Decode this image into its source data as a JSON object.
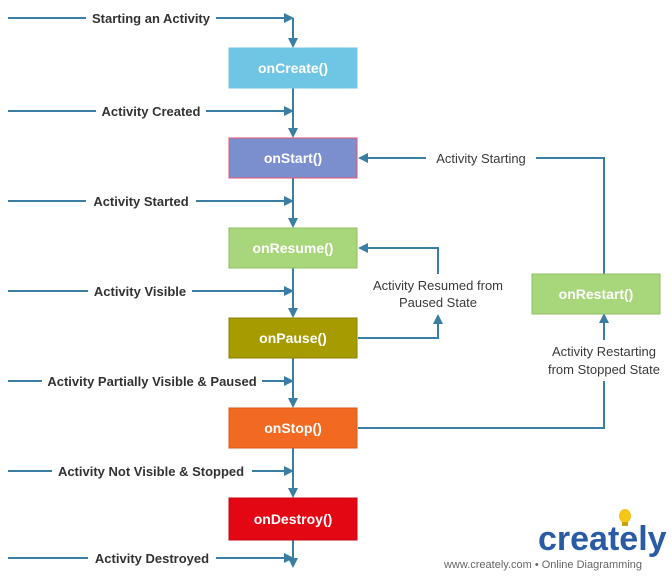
{
  "nodes": {
    "oncreate": {
      "label": "onCreate()",
      "fill": "#6ec6e4",
      "stroke": "#6ec6e4"
    },
    "onstart": {
      "label": "onStart()",
      "fill": "#7b8fce",
      "stroke": "#e0556f"
    },
    "onresume": {
      "label": "onResume()",
      "fill": "#a8d67a",
      "stroke": "#8fbf63"
    },
    "onpause": {
      "label": "onPause()",
      "fill": "#a69b00",
      "stroke": "#8a8100"
    },
    "onstop": {
      "label": "onStop()",
      "fill": "#f26a22",
      "stroke": "#d95a16"
    },
    "ondestroy": {
      "label": "onDestroy()",
      "fill": "#e30613",
      "stroke": "#c40510"
    },
    "onrestart": {
      "label": "onRestart()",
      "fill": "#a8d67a",
      "stroke": "#8fbf63"
    }
  },
  "edge_labels": {
    "starting_activity": "Starting an Activity",
    "activity_created": "Activity Created",
    "activity_started": "Activity Started",
    "activity_visible": "Activity Visible",
    "partially_visible_paused": "Activity Partially Visible & Paused",
    "not_visible_stopped": "Activity Not Visible & Stopped",
    "activity_destroyed": "Activity Destroyed",
    "activity_starting": "Activity Starting",
    "resumed_from_paused_line1": "Activity Resumed from",
    "resumed_from_paused_line2": "Paused State",
    "restarting_from_stopped_line1": "Activity Restarting",
    "restarting_from_stopped_line2": "from Stopped State"
  },
  "branding": {
    "logo": "creately",
    "tagline": "www.creately.com • Online Diagramming",
    "logo_color": "#2a5ba5",
    "bulb_color": "#f5c518"
  },
  "colors": {
    "connector": "#3b7ea4"
  }
}
